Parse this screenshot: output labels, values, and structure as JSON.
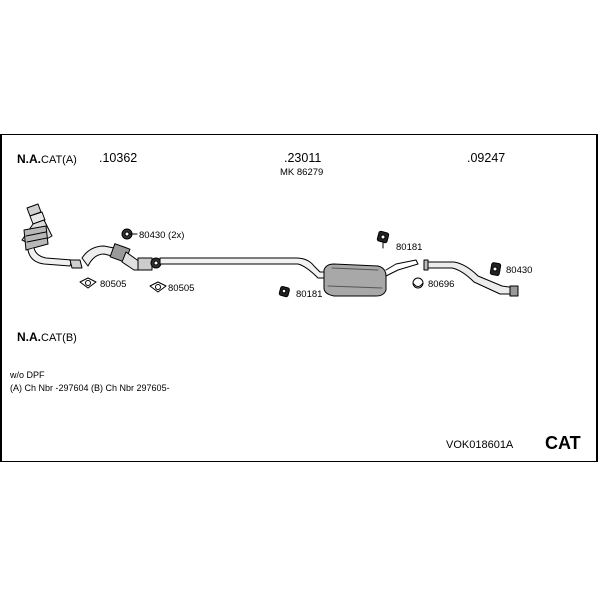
{
  "sections": {
    "a": {
      "prefix": "N.A.",
      "suffix": "CAT(A)"
    },
    "b": {
      "prefix": "N.A.",
      "suffix": "CAT(B)"
    }
  },
  "part_numbers": {
    "front": ".10362",
    "middle": ".23011",
    "middle_ref": "MK  86279",
    "rear": ".09247"
  },
  "component_labels": {
    "clamp_double": "80430 (2x)",
    "gasket_left": "80505",
    "gasket_right": "80505",
    "hanger_middle": "80181",
    "hanger_rear_top": "80181",
    "ring_rear": "80696",
    "hanger_rear_right": "80430"
  },
  "notes": {
    "line1": "w/o DPF",
    "line2": "(A) Ch Nbr -297604 (B) Ch Nbr 297605-"
  },
  "footer": {
    "code": "VOK018601A",
    "badge": "CAT"
  }
}
